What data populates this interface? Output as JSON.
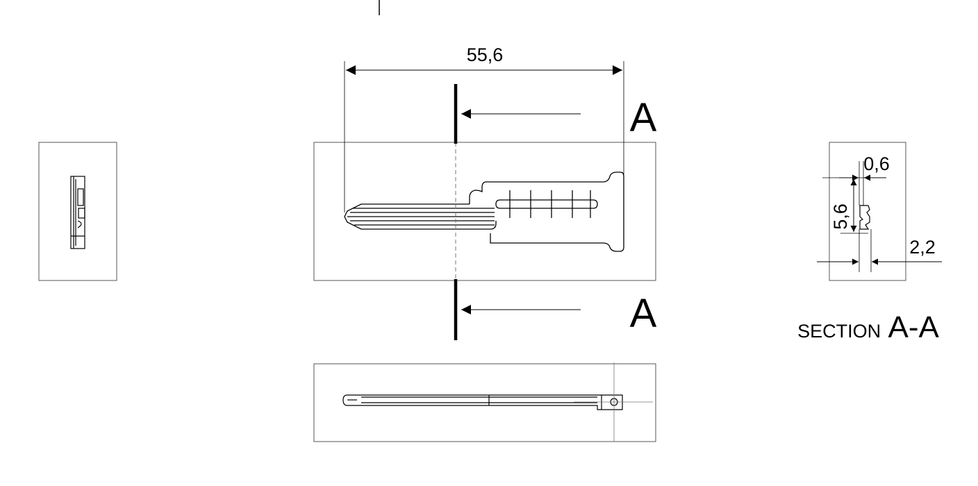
{
  "dimensions": {
    "overall_length": "55,6",
    "section_thickness": "0,6",
    "section_height": "5,6",
    "section_width": "2,2"
  },
  "section_markers": {
    "top": "A",
    "bottom": "A"
  },
  "section_caption": {
    "prefix": "SECTION",
    "label": "A-A"
  }
}
